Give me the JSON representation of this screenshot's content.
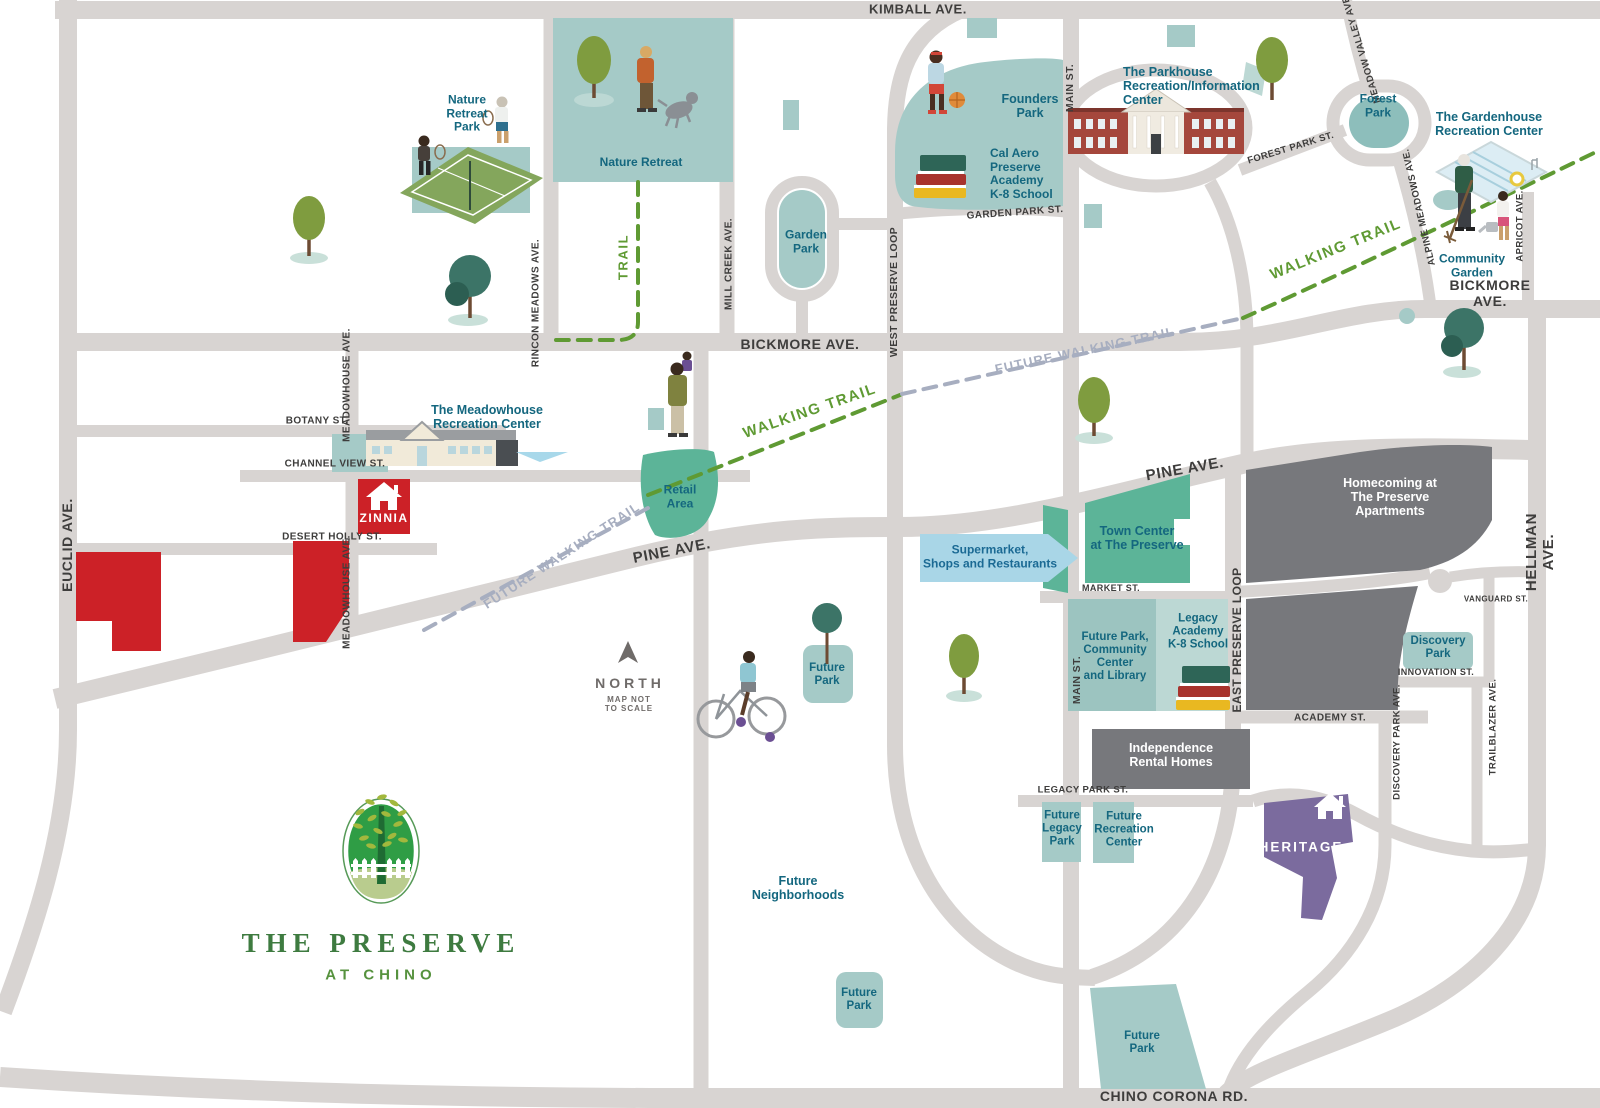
{
  "logo": {
    "name": "THE PRESERVE",
    "tagline": "AT CHINO"
  },
  "compass": {
    "label": "NORTH",
    "note": "MAP NOT\nTO SCALE"
  },
  "streets": {
    "kimball": "KIMBALL AVE.",
    "euclid": "EUCLID AVE.",
    "rincon_meadows": "RINCON MEADOWS AVE.",
    "mill_creek": "MILL CREEK AVE.",
    "bickmore_left": "BICKMORE AVE.",
    "bickmore_right": "BICKMORE AVE.",
    "west_preserve_loop": "WEST PRESERVE LOOP",
    "east_preserve_loop": "EAST PRESERVE LOOP",
    "main_top": "MAIN ST.",
    "main_lower": "MAIN ST.",
    "garden_park_st": "GARDEN PARK ST.",
    "forest_park_st": "FOREST PARK ST.",
    "meadow_valley": "MEADOW VALLEY AVE.",
    "alpine_meadows": "ALPINE MEADOWS AVE.",
    "apricot": "APRICOT AVE.",
    "botany": "BOTANY ST.",
    "channel_view": "CHANNEL VIEW ST.",
    "desert_holly": "DESERT HOLLY ST.",
    "meadowhouse_upper": "MEADOWHOUSE AVE.",
    "meadowhouse_lower": "MEADOWHOUSE AVE.",
    "pine_left": "PINE AVE.",
    "pine_right": "PINE AVE.",
    "market": "MARKET ST.",
    "vanguard": "VANGUARD ST.",
    "innovation": "INNOVATION ST.",
    "academy": "ACADEMY ST.",
    "discovery_park_ave": "DISCOVERY PARK AVE.",
    "trailblazer": "TRAILBLAZER AVE.",
    "legacy_park_st": "LEGACY PARK ST.",
    "chino_corona": "CHINO CORONA RD.",
    "hellman": "HELLMAN AVE."
  },
  "trails": {
    "trail": "TRAIL",
    "walking_center": "WALKING TRAIL",
    "walking_right": "WALKING TRAIL",
    "future_center": "FUTURE WALKING TRAIL",
    "future_left": "FUTURE WALKING TRAIL"
  },
  "places": {
    "nature_retreat_park": "Nature\nRetreat\nPark",
    "nature_retreat": "Nature Retreat",
    "garden_park": "Garden\nPark",
    "founders_park": "Founders\nPark",
    "parkhouse": "The Parkhouse\nRecreation/Information\nCenter",
    "cal_aero": "Cal Aero\nPreserve\nAcademy\nK-8 School",
    "forest_park": "Forest\nPark",
    "gardenhouse": "The Gardenhouse\nRecreation Center",
    "community_garden": "Community\nGarden",
    "meadowhouse": "The Meadowhouse\nRecreation Center",
    "zinnia": "ZINNIA",
    "retail_area": "Retail\nArea",
    "supermarket": "Supermarket,\nShops and Restaurants",
    "town_center": "Town Center\nat The Preserve",
    "homecoming": "Homecoming at\nThe Preserve\nApartments",
    "library": "Future Park,\nCommunity\nCenter\nand Library",
    "legacy_academy": "Legacy\nAcademy\nK-8 School",
    "discovery_park": "Discovery\nPark",
    "independence": "Independence\nRental Homes",
    "future_legacy_park": "Future\nLegacy\nPark",
    "future_rec_center": "Future\nRecreation\nCenter",
    "heritage": "HERITAGE",
    "future_neighborhoods": "Future\nNeighborhoods",
    "future_park_west": "Future\nPark",
    "future_park_south": "Future\nPark",
    "future_park_southeast": "Future\nPark"
  },
  "colors": {
    "road": "#d8d4d2",
    "park_teal": "#a5cac7",
    "park_teal_light": "#bcd8d4",
    "park_teal_mid": "#9cc4c0",
    "forest_inner": "#8dbebb",
    "green": "#5cb498",
    "apartment_gray": "#77787c",
    "heritage_purple": "#7b6b9e",
    "zinnia_red": "#cc2127",
    "supermarket_blue": "#a9d6e7",
    "street_text": "#3e3d3c",
    "place_text": "#14677f",
    "trail_green": "#5f9a33",
    "trail_future_gray": "#a7aec0",
    "logo_green": "#2f9d45"
  }
}
